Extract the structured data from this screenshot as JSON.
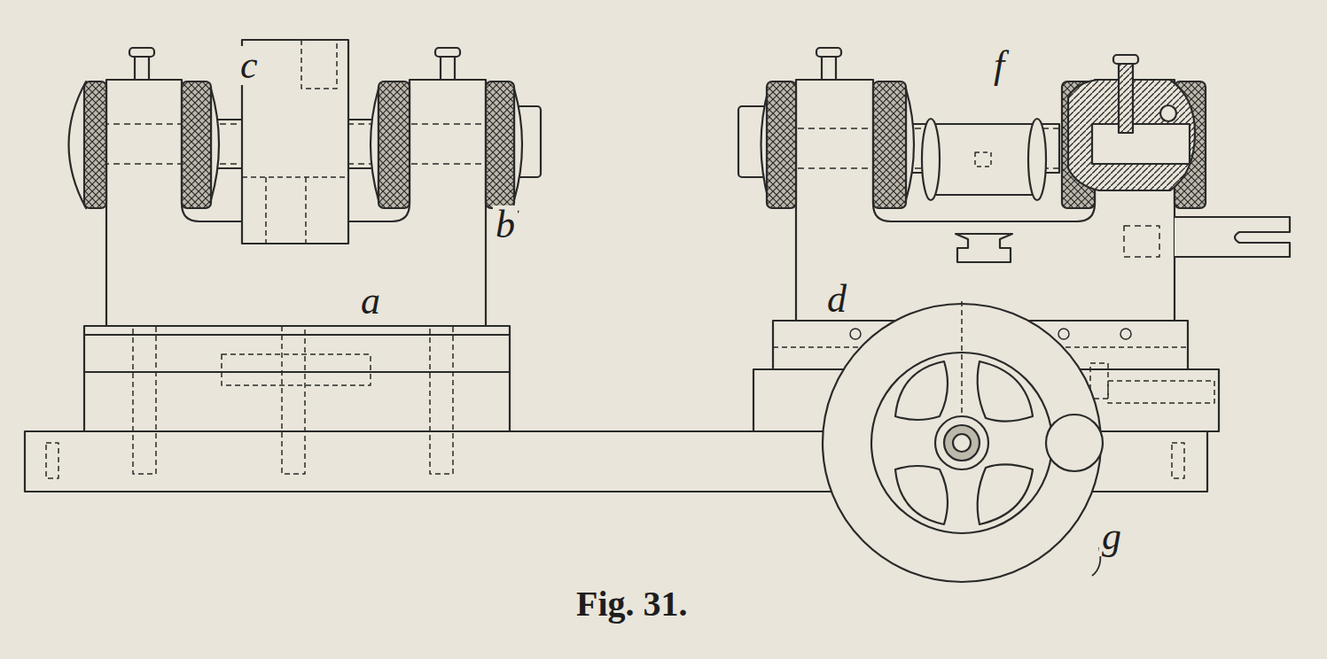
{
  "diagram": {
    "caption": "Fig. 31.",
    "labels": [
      "c",
      "f",
      "b",
      "a",
      "d",
      "g"
    ]
  }
}
